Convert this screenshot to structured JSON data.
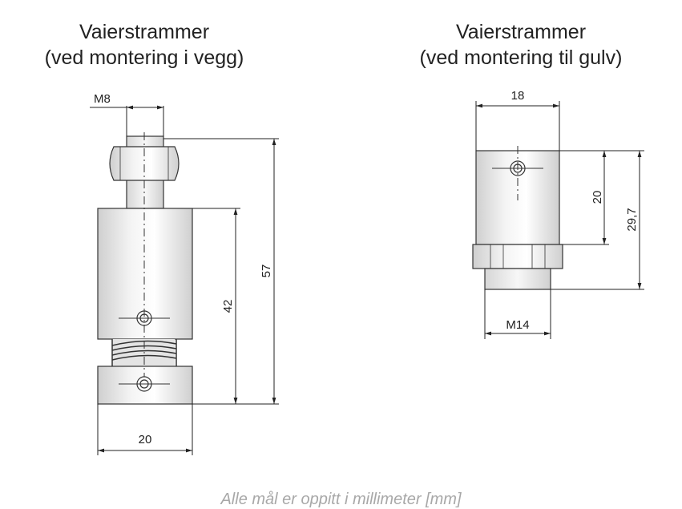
{
  "left": {
    "title_line1": "Vaierstrammer",
    "title_line2": "(ved montering i vegg)",
    "dims": {
      "thread": "M8",
      "height_total": "57",
      "height_body": "42",
      "width": "20"
    }
  },
  "right": {
    "title_line1": "Vaierstrammer",
    "title_line2": "(ved montering til gulv)",
    "dims": {
      "width_top": "18",
      "height_body": "20",
      "height_total": "29,7",
      "thread": "M14"
    }
  },
  "footer": "Alle mål er oppitt i millimeter [mm]"
}
